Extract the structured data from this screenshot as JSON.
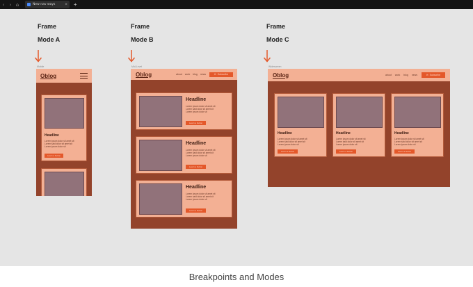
{
  "browser": {
    "tab_title": "New nav ways"
  },
  "caption": "Breakpoints and Modes",
  "columns": [
    {
      "label": "Frame",
      "mode": "Mode A",
      "frame_name": "Mobile"
    },
    {
      "label": "Frame",
      "mode": "Mode B",
      "frame_name": "Mid-Level"
    },
    {
      "label": "Frame",
      "mode": "Mode C",
      "frame_name": "Widescreen"
    }
  ],
  "site": {
    "logo": "Oblog",
    "nav_links": [
      "about",
      "work",
      "blog",
      "news"
    ],
    "subscribe": "Subscribe",
    "headline": "Headline",
    "lorem1": "Lorem ipsum dolor sit amet sit",
    "lorem2": "Lorem sald dolor sit amet sit",
    "lorem3": "Lorem ipsum dolor sit",
    "button": "Learn a button"
  },
  "colors": {
    "frame_bg": "#93432b",
    "card_bg": "#f3b094",
    "accent": "#e4582a",
    "canvas": "#e5e5e5",
    "arrow": "#e4582a"
  }
}
